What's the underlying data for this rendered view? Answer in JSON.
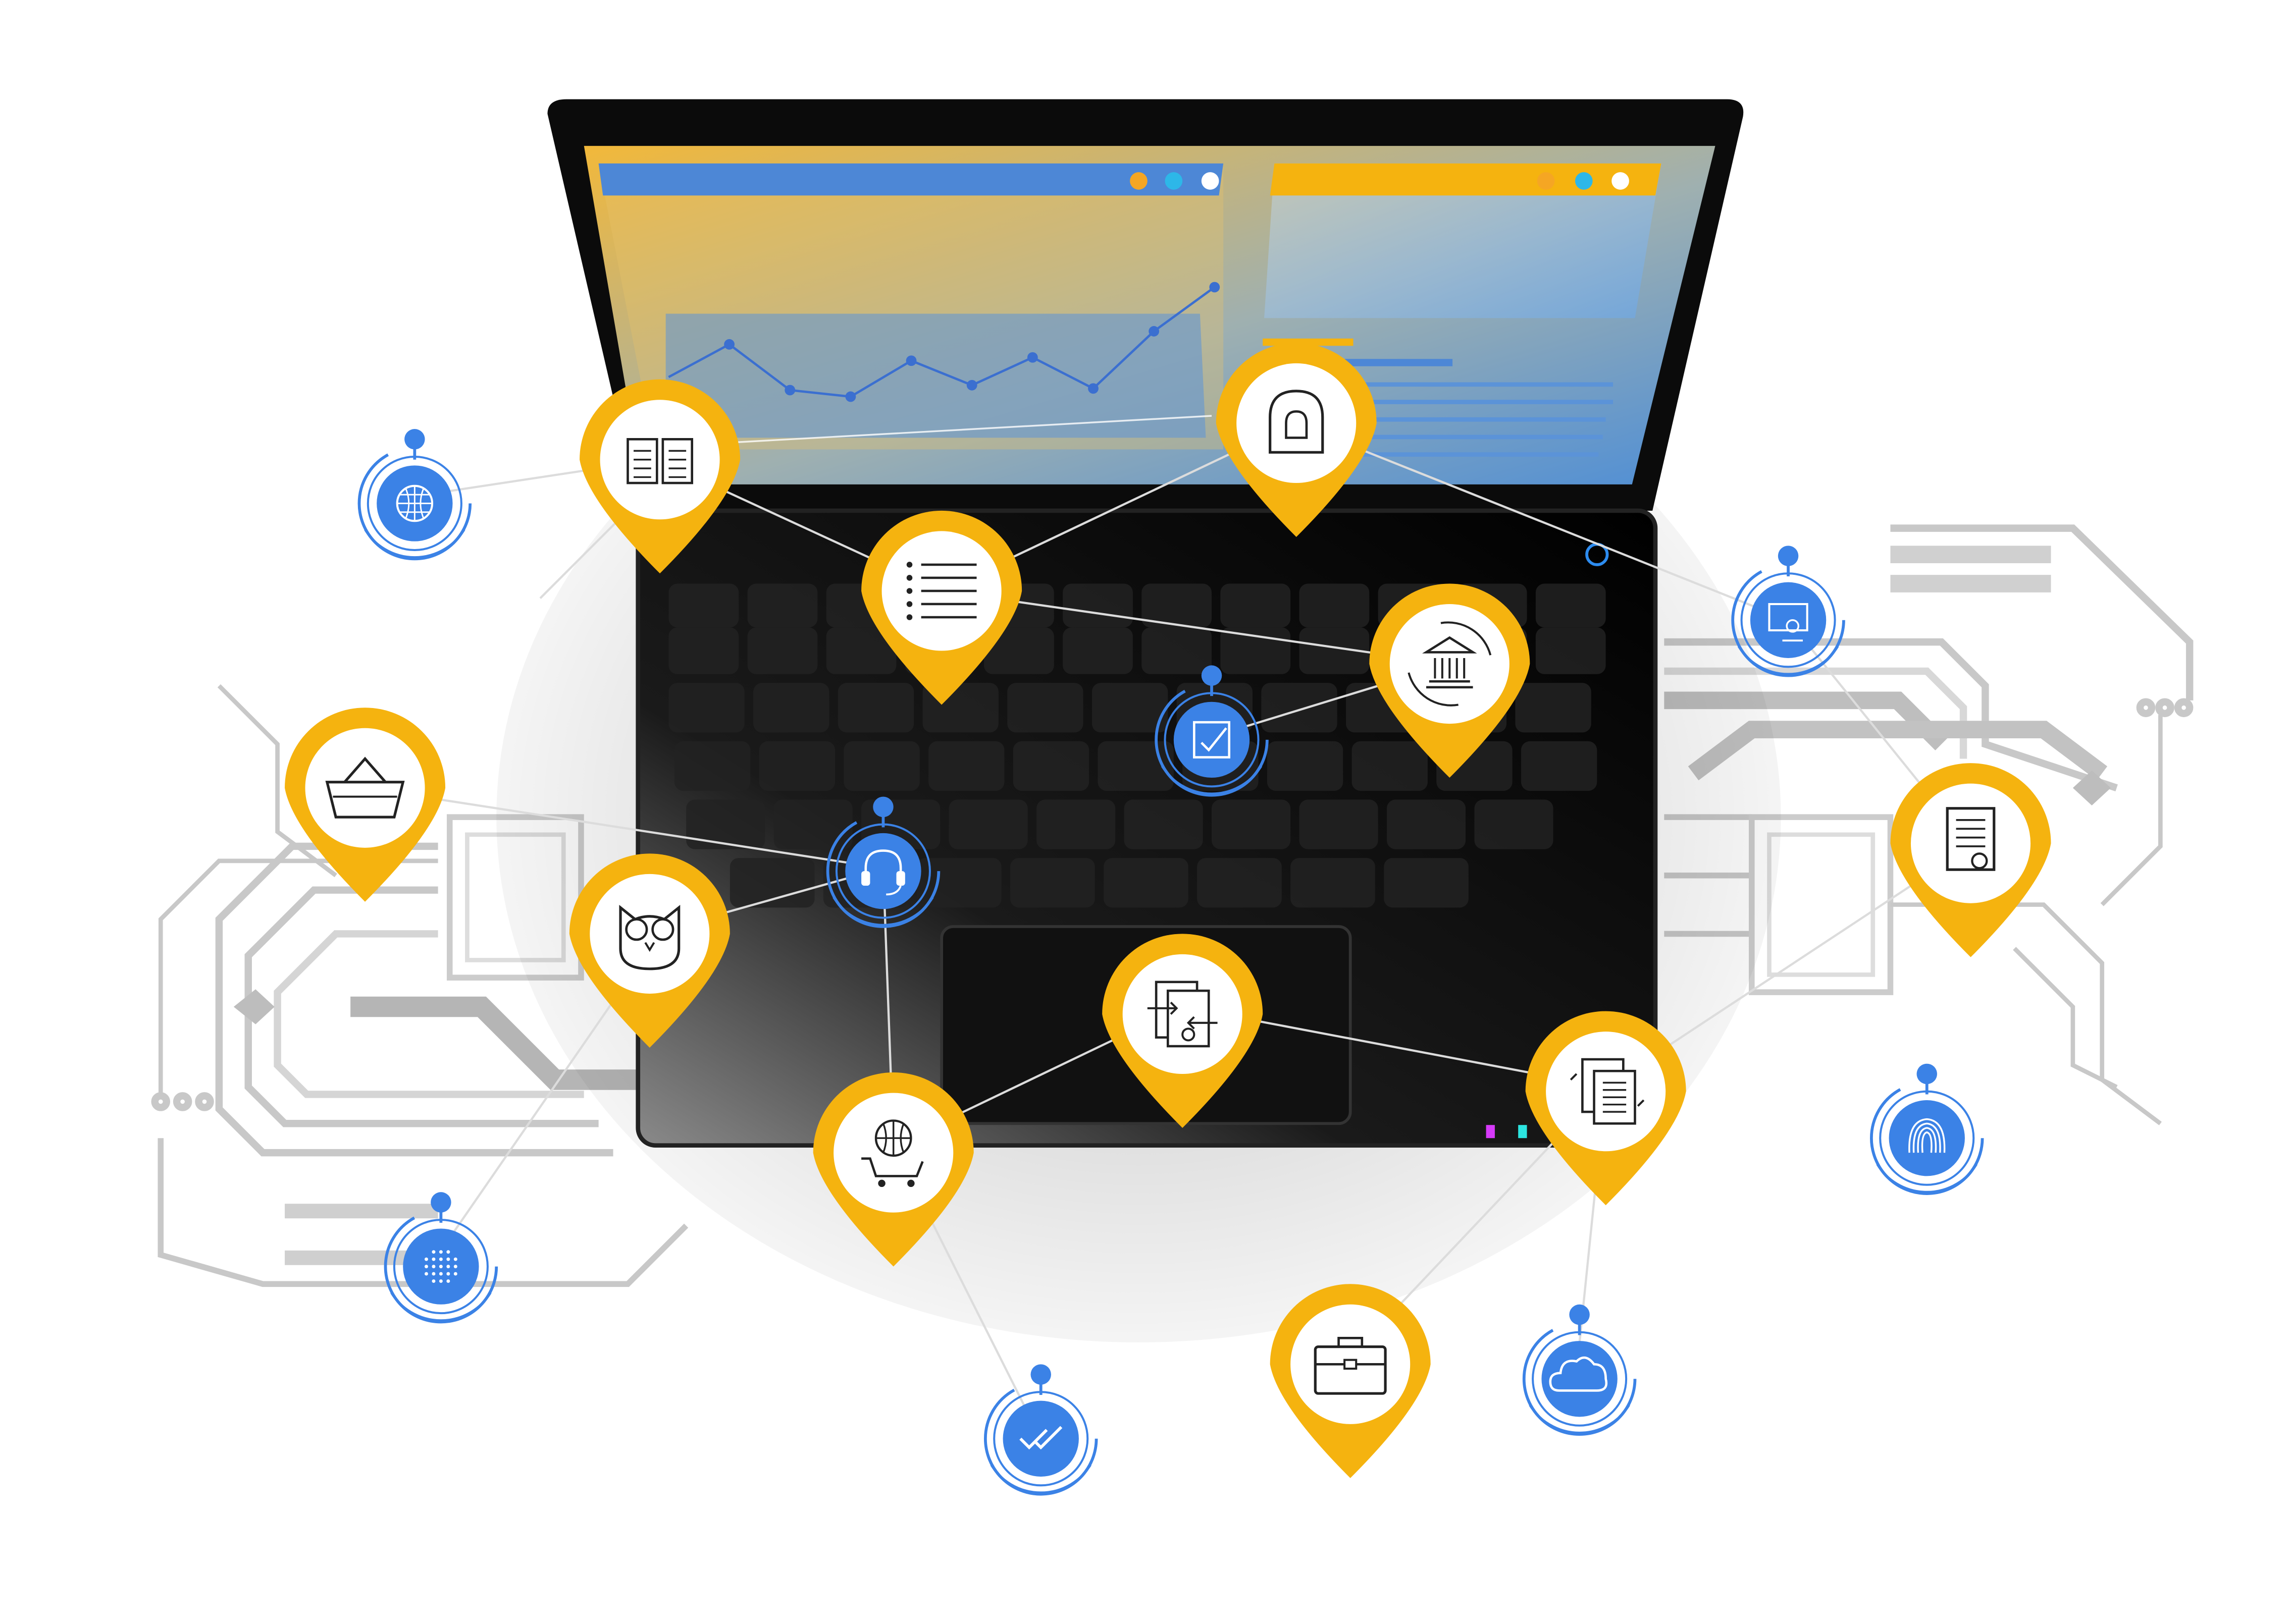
{
  "colors": {
    "accent_yellow": "#F5B30F",
    "accent_blue": "#3B82E6",
    "laptop_body": "#000000",
    "screen_gradient_start": "#E8B84A",
    "screen_gradient_end": "#4F8FD8",
    "circuit_gray": "#BFBFBF",
    "background": "#FFFFFF"
  },
  "laptop": {
    "screen_chart": {
      "type": "line",
      "values": [
        3,
        5,
        2.2,
        1.8,
        4,
        2.5,
        4.2,
        2.3,
        5.8,
        8.5
      ]
    },
    "window_dots": [
      "#F5A623",
      "#2DB7E8",
      "#FFFFFF"
    ]
  },
  "yellow_pins": [
    {
      "icon": "open-book-icon"
    },
    {
      "icon": "lock-door-icon"
    },
    {
      "icon": "bullet-list-icon"
    },
    {
      "icon": "bank-exchange-icon"
    },
    {
      "icon": "shopping-basket-icon"
    },
    {
      "icon": "owl-icon"
    },
    {
      "icon": "certificate-icon"
    },
    {
      "icon": "document-transfer-icon"
    },
    {
      "icon": "global-cart-icon"
    },
    {
      "icon": "document-copy-icon"
    },
    {
      "icon": "briefcase-icon"
    }
  ],
  "blue_badges": [
    {
      "icon": "globe-icon"
    },
    {
      "icon": "monitor-user-icon"
    },
    {
      "icon": "checkbox-icon"
    },
    {
      "icon": "headset-icon"
    },
    {
      "icon": "fingerprint-icon"
    },
    {
      "icon": "dotted-network-icon"
    },
    {
      "icon": "double-check-icon"
    },
    {
      "icon": "cloud-icon"
    }
  ]
}
